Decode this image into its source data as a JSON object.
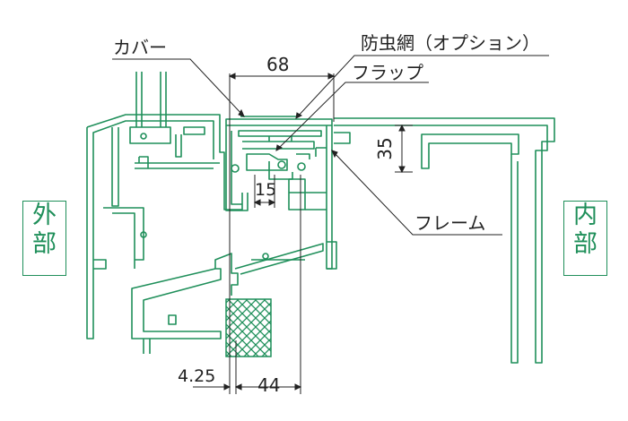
{
  "labels": {
    "cover": "カバー",
    "screen": "防虫網（オプション）",
    "flap": "フラップ",
    "frame": "フレーム",
    "outside_top": "外",
    "outside_bottom": "部",
    "inside_top": "内",
    "inside_bottom": "部"
  },
  "dimensions": {
    "width_top": "68",
    "height_right": "35",
    "gap_mid": "15",
    "offset_bottom": "4.25",
    "width_bottom": "44"
  },
  "colors": {
    "profile": "#1f8f5a",
    "dimension": "#222222",
    "hatch": "#1f8f5a"
  }
}
